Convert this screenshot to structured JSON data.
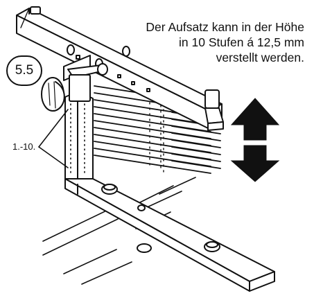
{
  "caption": {
    "line1": "Der Aufsatz kann in der Höhe",
    "line2": "in 10 Stufen á 12,5 mm",
    "line3": "verstellt werden."
  },
  "step_label": "5.5",
  "range_label": "1.-10.",
  "colors": {
    "line": "#111111",
    "background": "#ffffff"
  },
  "icons": [
    "arrow-up-icon",
    "arrow-down-icon",
    "adjustment-knob-icon"
  ]
}
